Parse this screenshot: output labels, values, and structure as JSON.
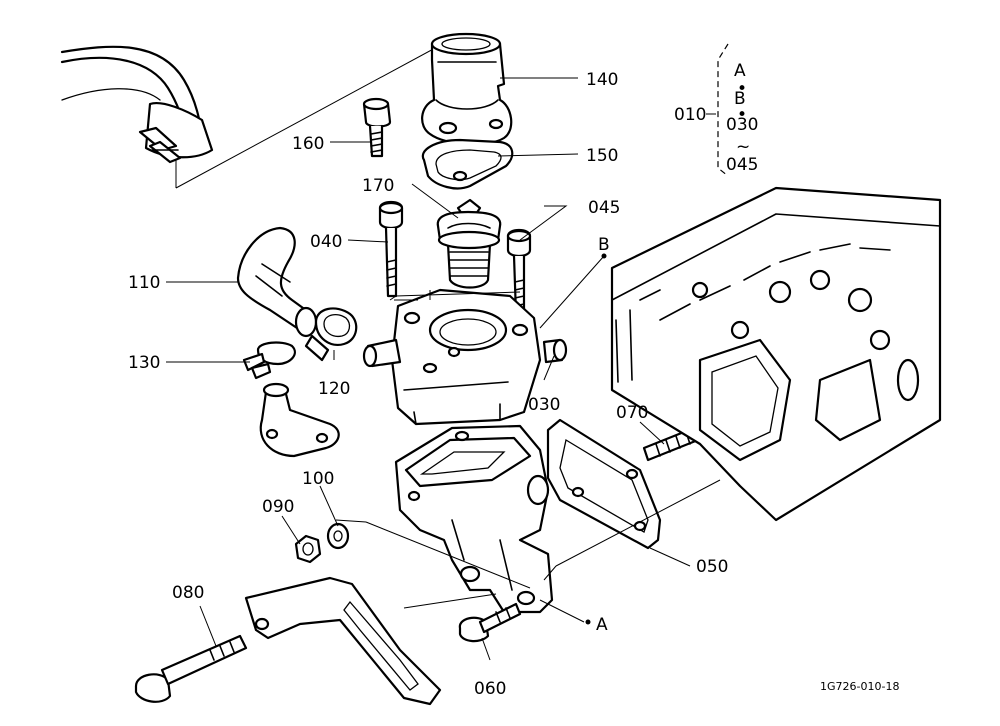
{
  "labels": {
    "p010": "010",
    "p030": "030",
    "p040": "040",
    "p045": "045",
    "p050": "050",
    "p060": "060",
    "p070": "070",
    "p080": "080",
    "p090": "090",
    "p100": "100",
    "p110": "110",
    "p120": "120",
    "p130": "130",
    "p140": "140",
    "p150": "150",
    "p160": "160",
    "p170": "170",
    "refA": "A",
    "refB": "B"
  },
  "legend": {
    "a": "A",
    "dot1": "•",
    "b": "B",
    "dot2": "•",
    "from": "030",
    "tilde": "~",
    "to": "045"
  },
  "drawing_code": "1G726-010-18"
}
